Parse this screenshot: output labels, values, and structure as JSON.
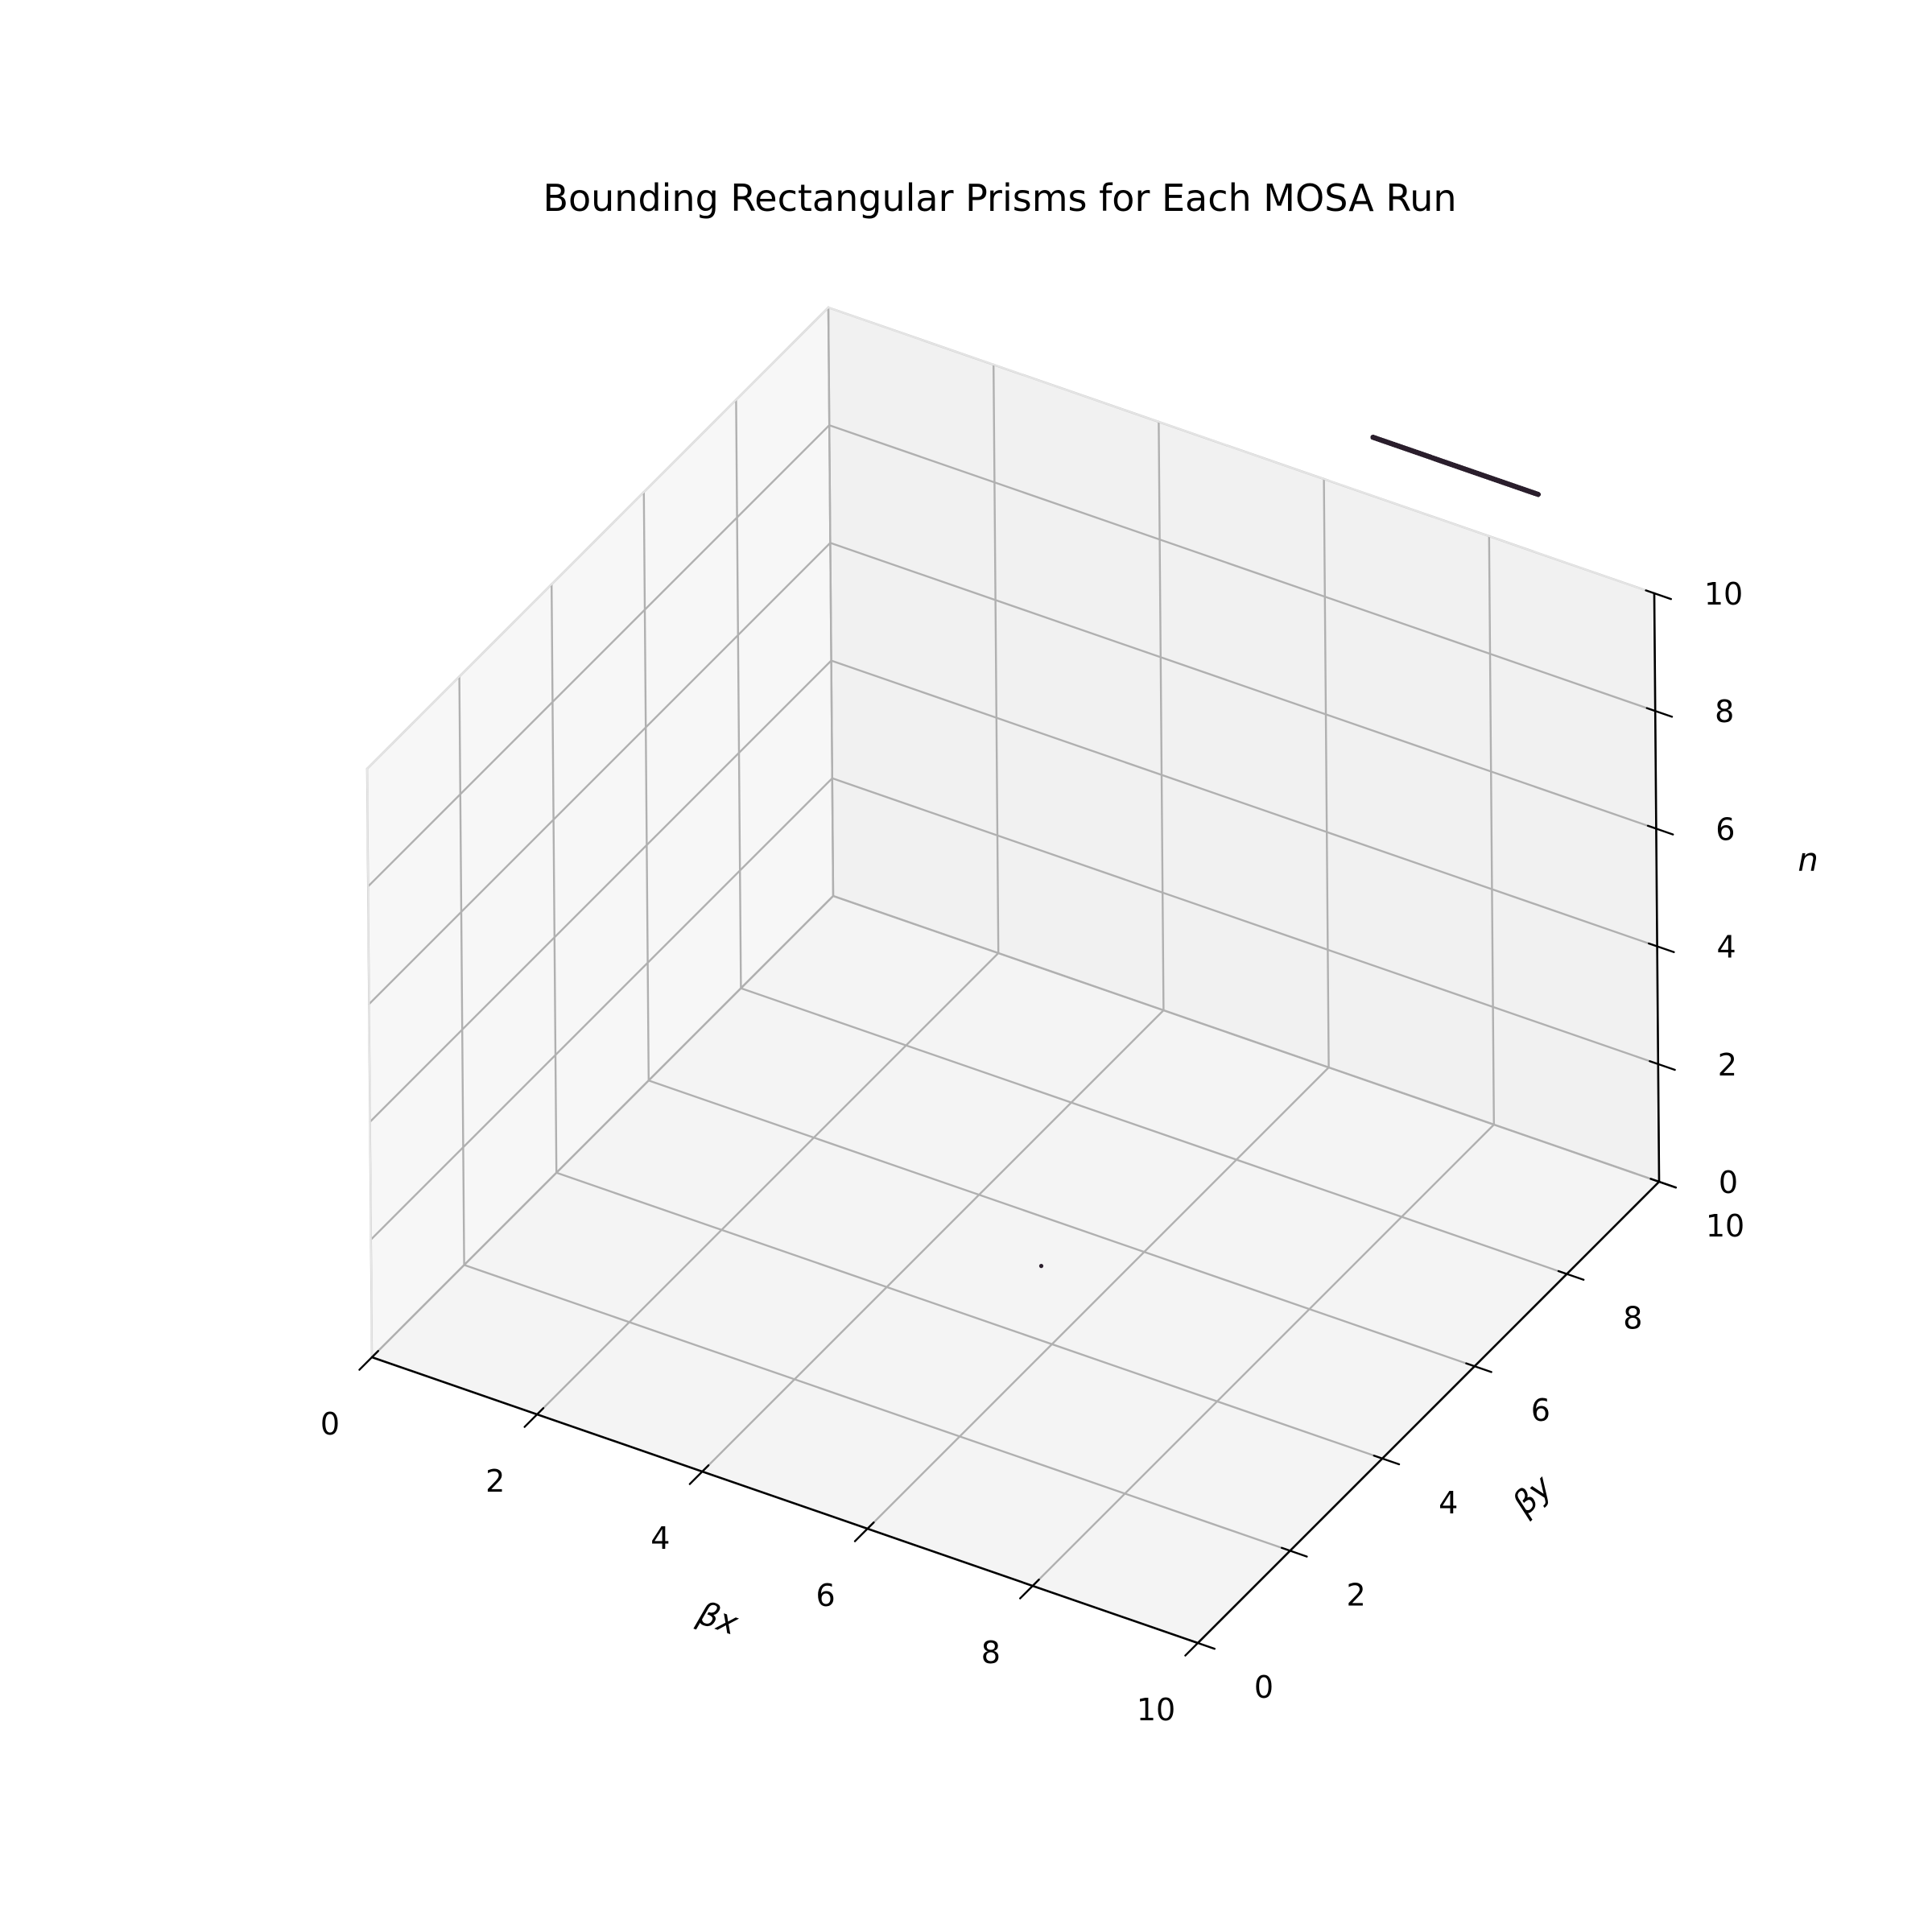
{
  "chart_data": {
    "type": "3d-box",
    "title": "Bounding Rectangular Prisms for Each MOSA Run",
    "xlabel": "βx",
    "ylabel": "βy",
    "zlabel": "n",
    "xlim": [
      0,
      10
    ],
    "ylim": [
      0,
      10
    ],
    "zlim": [
      0,
      10
    ],
    "xticks": [
      "0",
      "2",
      "4",
      "6",
      "8",
      "10"
    ],
    "yticks": [
      "0",
      "2",
      "4",
      "6",
      "8",
      "10"
    ],
    "zticks": [
      "0",
      "2",
      "4",
      "6",
      "8",
      "10"
    ],
    "grid": true,
    "prisms": [
      {
        "name": "",
        "x": [
          5.2,
          5.2
        ],
        "y": [
          5.2,
          5.2
        ],
        "z": [
          0,
          0
        ],
        "color": "#2a1e2c"
      },
      {
        "name": "",
        "x": [
          6.6,
          8.6
        ],
        "y": [
          10,
          10
        ],
        "z": [
          11.0,
          11.0
        ],
        "color": "#2a1e2c"
      }
    ]
  }
}
